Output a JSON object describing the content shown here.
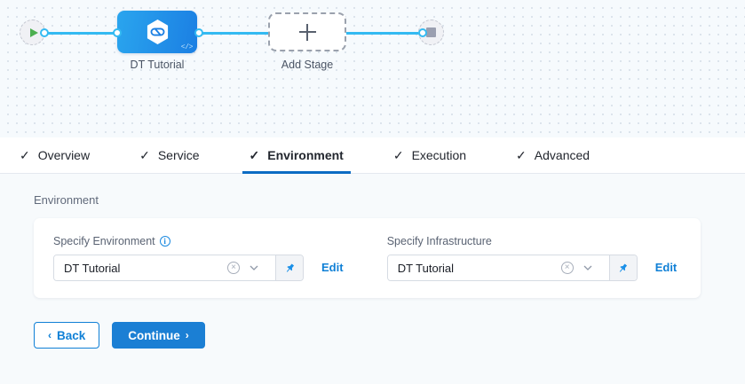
{
  "canvas": {
    "start_node": {
      "icon": "play-icon",
      "name": "pipeline-start"
    },
    "end_node": {
      "icon": "stop-icon",
      "name": "pipeline-end"
    },
    "stage_node": {
      "label": "DT Tutorial",
      "icon": "harness-hexagon-icon",
      "badge": "</>",
      "color": "#1b7fe3"
    },
    "add_node": {
      "label": "Add Stage",
      "icon": "plus-icon"
    },
    "edge_color": "#33baf2"
  },
  "tabs": [
    {
      "label": "Overview",
      "checked": true,
      "active": false
    },
    {
      "label": "Service",
      "checked": true,
      "active": false
    },
    {
      "label": "Environment",
      "checked": true,
      "active": true
    },
    {
      "label": "Execution",
      "checked": true,
      "active": false
    },
    {
      "label": "Advanced",
      "checked": true,
      "active": false
    }
  ],
  "tab_check_glyph": "✓",
  "active_tab_color": "#0b6bc3",
  "content": {
    "section_title": "Environment",
    "fields": [
      {
        "label": "Specify Environment",
        "has_info": true,
        "info_glyph": "i",
        "value": "DT Tutorial",
        "clear_glyph": "×",
        "chevron_glyph": "∨",
        "pin_icon": "pin-icon",
        "edit_label": "Edit"
      },
      {
        "label": "Specify Infrastructure",
        "has_info": false,
        "info_glyph": "",
        "value": "DT Tutorial",
        "clear_glyph": "×",
        "chevron_glyph": "∨",
        "pin_icon": "pin-icon",
        "edit_label": "Edit"
      }
    ]
  },
  "footer": {
    "back_label": "Back",
    "back_chevron": "‹",
    "continue_label": "Continue",
    "continue_chevron": "›",
    "primary_color": "#1b7fd4"
  }
}
